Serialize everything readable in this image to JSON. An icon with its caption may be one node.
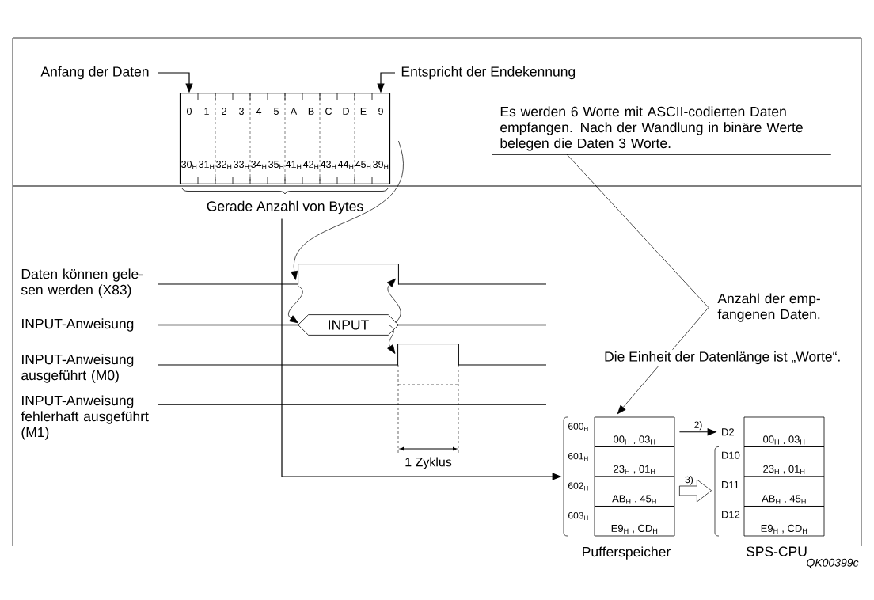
{
  "diagram": {
    "nodes": [
      {
        "text": [
          "Anfang der Daten"
        ]
      },
      {
        "text": [
          "Entspricht der Endekennung"
        ]
      },
      {
        "text": [],
        "shape": "box"
      },
      {
        "text": [
          "0",
          "30$_{H}$"
        ],
        "in": 2
      },
      {
        "text": [
          "1",
          "31$_{H}$"
        ],
        "in": 2
      },
      {
        "text": [
          "2",
          "32$_{H}$"
        ],
        "in": 2
      },
      {
        "text": [
          "3",
          "33$_{H}$"
        ],
        "in": 2
      },
      {
        "text": [
          "4",
          "34$_{H}$"
        ],
        "in": 2
      },
      {
        "text": [
          "5",
          "35$_{H}$"
        ],
        "in": 2
      },
      {
        "text": [
          "A",
          "41$_{H}$"
        ],
        "in": 2
      },
      {
        "text": [
          "B",
          "42$_{H}$"
        ],
        "in": 2
      },
      {
        "text": [
          "C",
          "43$_{H}$"
        ],
        "in": 2
      },
      {
        "text": [
          "D",
          "44$_{H}$"
        ],
        "in": 2
      },
      {
        "text": [
          "E",
          "45$_{H}$"
        ],
        "in": 2
      },
      {
        "text": [
          "9",
          "39$_{H}$"
        ],
        "in": 2
      },
      {
        "text": [
          "Gerade Anzahl von Bytes"
        ]
      },
      {
        "text": [],
        "shape": "pulse"
      },
      {
        "text": [
          "INPUT"
        ]
      },
      {
        "text": [],
        "shape": "pulse"
      },
      {
        "text": [
          "Es werden 6 Worte mit ASCII-codierten Daten empfangen. Nach der Wandlung in binäre Werte belegen die Daten 3 Worte."
        ]
      },
      {
        "text": [
          "Anzahl der emp- fangenen Daten."
        ]
      },
      {
        "text": [
          "Pufferspeicher"
        ]
      },
      {
        "text": [
          "00$_{H}$ , 03$_{H}$"
        ],
        "in": 21
      },
      {
        "text": [
          "23$_{H}$ , 01$_{H}$"
        ],
        "in": 21
      },
      {
        "text": [
          "AB$_{H}$ , 45$_{H}$"
        ],
        "in": 21
      },
      {
        "text": [
          "E9$_{H}$ , CD$_{H}$"
        ],
        "in": 21
      },
      {
        "text": [
          "SPS-CPU"
        ]
      },
      {
        "text": [
          "00$_{H}$ , 03$_{H}$"
        ],
        "beside": [
          "D2"
        ]
      },
      {
        "text": [
          "23$_{H}$ , 01$_{H}$"
        ],
        "beside": [
          "D10"
        ]
      },
      {
        "text": [
          "AB$_{H}$ , 45$_{H}$"
        ],
        "beside": [
          "D11"
        ]
      },
      {
        "text": [
          "E9$_{H}$ , CD$_{H}$"
        ],
        "beside": [
          "D12"
        ]
      }
    ],
    "edges": [
      {
        "from": 0,
        "to": 3,
        "arrow": "to"
      },
      {
        "from": 1,
        "to": 14,
        "arrow": "to"
      },
      {
        "from": 14,
        "to": 16,
        "arrow": "to"
      },
      {
        "from": 16,
        "to": 17,
        "arrow": "to"
      },
      {
        "from": 17,
        "to": 16,
        "arrow": "to"
      },
      {
        "from": 17,
        "to": 18,
        "arrow": "to"
      },
      {
        "from": 15,
        "to": 21,
        "arrow": "to"
      },
      {
        "from": 20,
        "to": 19,
        "arrow": "none"
      },
      {
        "from": 20,
        "to": 22,
        "arrow": "to",
        "label": "Die Einheit der Datenlänge ist „Worte“."
      },
      {
        "from": 22,
        "to": 27,
        "arrow": "to",
        "label": "2)"
      },
      {
        "from": 21,
        "to": 26,
        "arrow": "to",
        "label": "3)"
      }
    ],
    "labels": [
      "Daten können gele- sen werden (X83)",
      "INPUT-Anweisung",
      "INPUT-Anweisung ausgeführt (M0)",
      "INPUT-Anweisung fehlerhaft ausgeführt (M1)",
      "1 Zyklus",
      "600$_{H}$",
      "601$_{H}$",
      "602$_{H}$",
      "603$_{H}$",
      "QK00399c"
    ]
  }
}
